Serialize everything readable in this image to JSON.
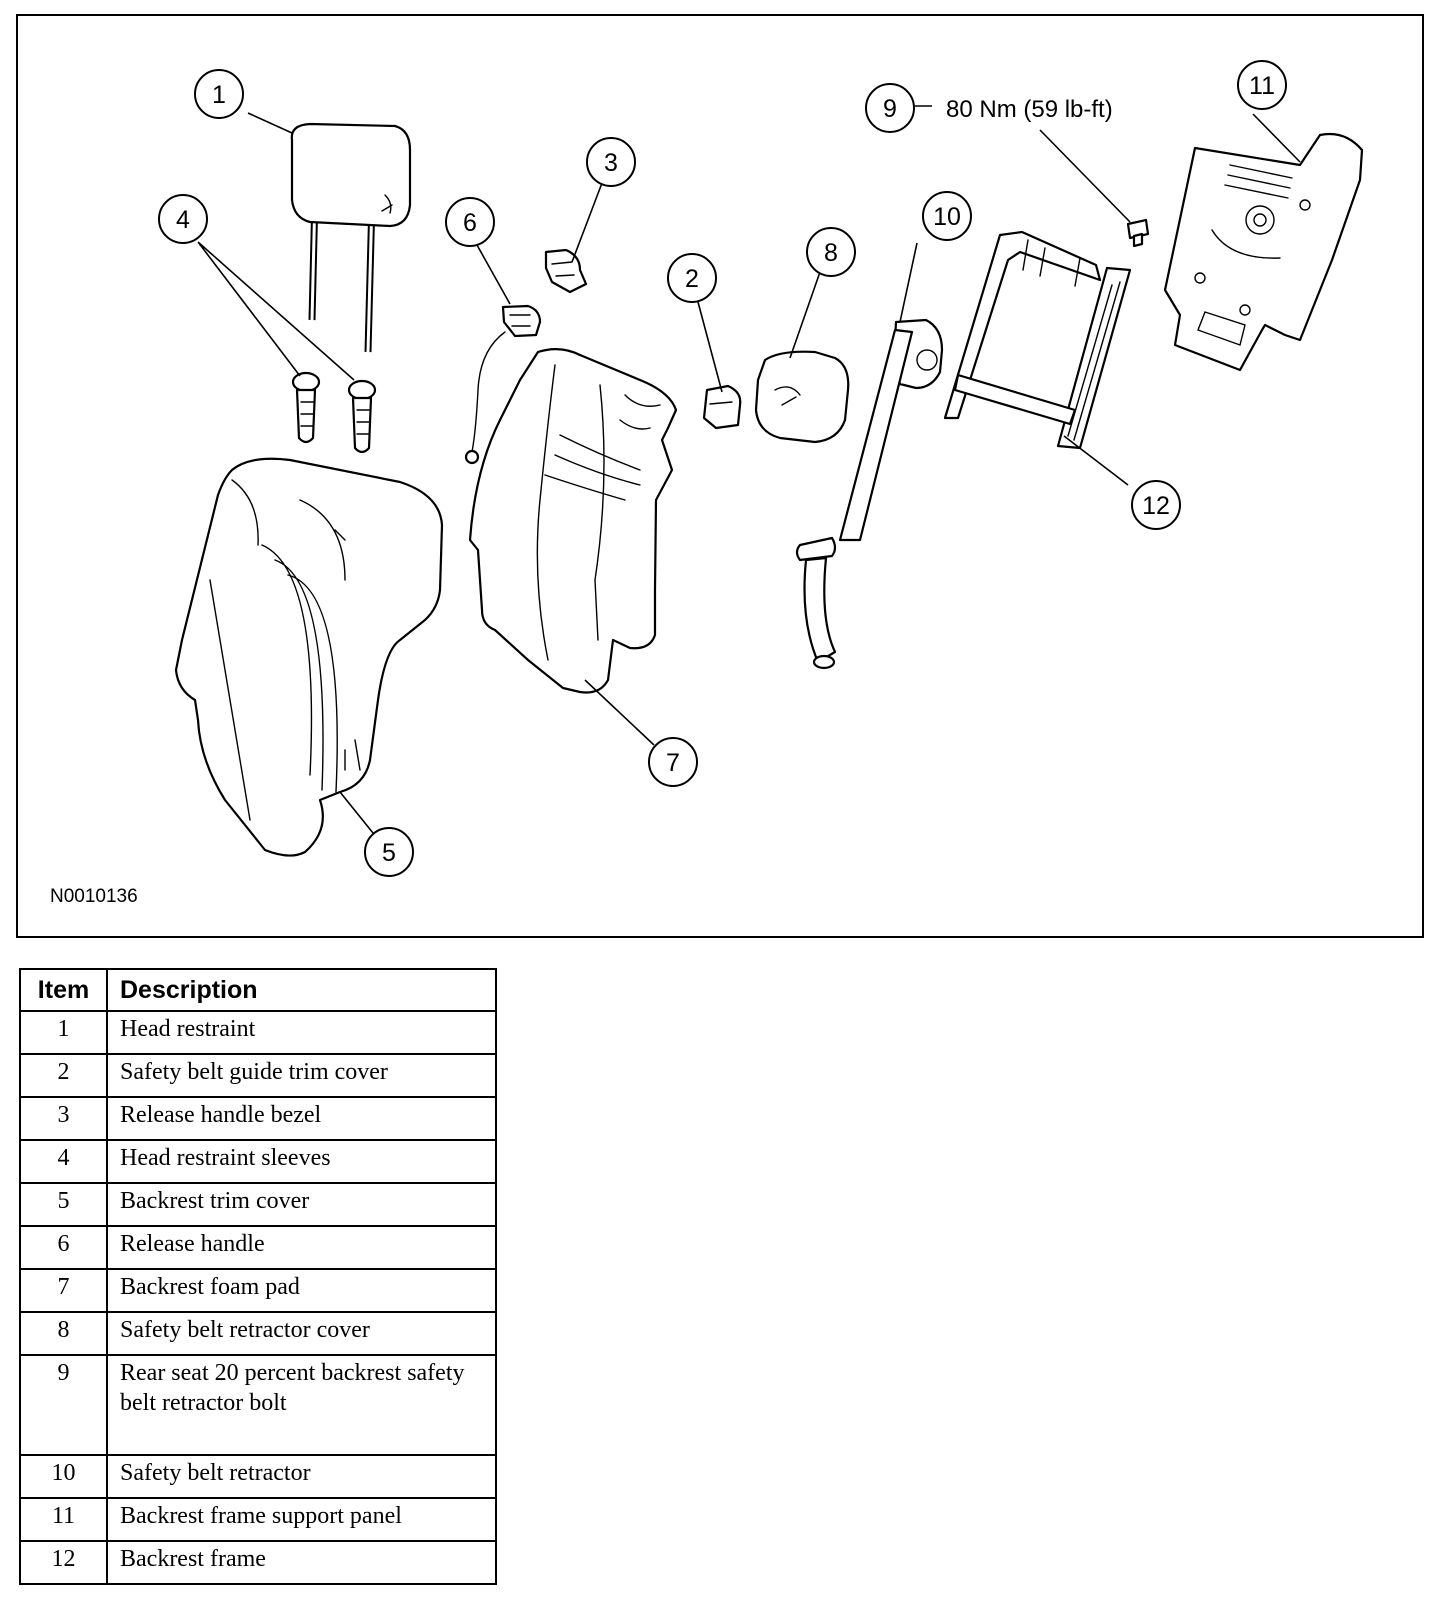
{
  "diagram": {
    "figure_id": "N0010136",
    "torque_spec": "80 Nm (59 lb-ft)",
    "callouts": [
      "1",
      "2",
      "3",
      "4",
      "5",
      "6",
      "7",
      "8",
      "9",
      "10",
      "11",
      "12"
    ]
  },
  "legend": {
    "headers": {
      "item": "Item",
      "description": "Description"
    },
    "rows": [
      {
        "item": "1",
        "description": "Head restraint"
      },
      {
        "item": "2",
        "description": "Safety belt guide trim cover"
      },
      {
        "item": "3",
        "description": "Release handle bezel"
      },
      {
        "item": "4",
        "description": "Head restraint sleeves"
      },
      {
        "item": "5",
        "description": "Backrest trim cover"
      },
      {
        "item": "6",
        "description": "Release handle"
      },
      {
        "item": "7",
        "description": "Backrest foam pad"
      },
      {
        "item": "8",
        "description": "Safety belt retractor cover"
      },
      {
        "item": "9",
        "description": "Rear seat 20 percent backrest safety belt retractor bolt"
      },
      {
        "item": "10",
        "description": "Safety belt retractor"
      },
      {
        "item": "11",
        "description": "Backrest frame support panel"
      },
      {
        "item": "12",
        "description": "Backrest frame"
      }
    ]
  }
}
